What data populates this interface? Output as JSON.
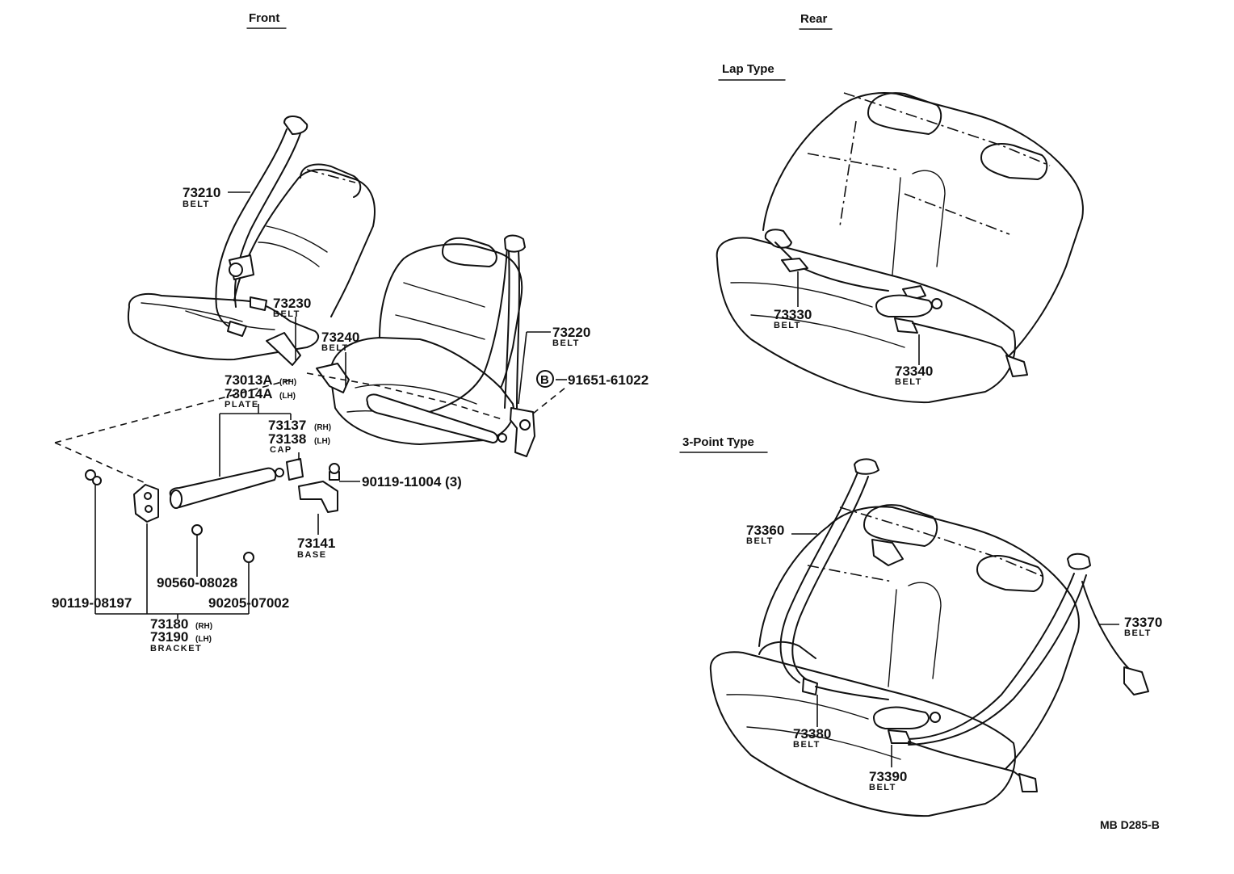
{
  "sections": {
    "front": "Front",
    "rear": "Rear",
    "lap_type": "Lap Type",
    "three_point_type": "3-Point Type"
  },
  "callouts": {
    "p73210": {
      "num": "73210",
      "cap": "BELT"
    },
    "p73230": {
      "num": "73230",
      "cap": "BELT"
    },
    "p73240": {
      "num": "73240",
      "cap": "BELT"
    },
    "p73220": {
      "num": "73220",
      "cap": "BELT"
    },
    "p91651": {
      "num": "91651-61022",
      "marker": "B"
    },
    "plate": {
      "num1": "73013A",
      "sfx1": "(RH)",
      "num2": "73014A",
      "sfx2": "(LH)",
      "cap": "PLATE"
    },
    "capset": {
      "num1": "73137",
      "sfx1": "(RH)",
      "num2": "73138",
      "sfx2": "(LH)",
      "cap": "CAP"
    },
    "p90119_11004": {
      "num": "90119-11004 (3)"
    },
    "p73141": {
      "num": "73141",
      "cap": "BASE"
    },
    "p90560": {
      "num": "90560-08028"
    },
    "p90119_08197": {
      "num": "90119-08197"
    },
    "p90205": {
      "num": "90205-07002"
    },
    "bracket": {
      "num1": "73180",
      "sfx1": "(RH)",
      "num2": "73190",
      "sfx2": "(LH)",
      "cap": "BRACKET"
    },
    "p73330": {
      "num": "73330",
      "cap": "BELT"
    },
    "p73340": {
      "num": "73340",
      "cap": "BELT"
    },
    "p73360": {
      "num": "73360",
      "cap": "BELT"
    },
    "p73370": {
      "num": "73370",
      "cap": "BELT"
    },
    "p73380": {
      "num": "73380",
      "cap": "BELT"
    },
    "p73390": {
      "num": "73390",
      "cap": "BELT"
    }
  },
  "diagram_code": "MB D285-B"
}
